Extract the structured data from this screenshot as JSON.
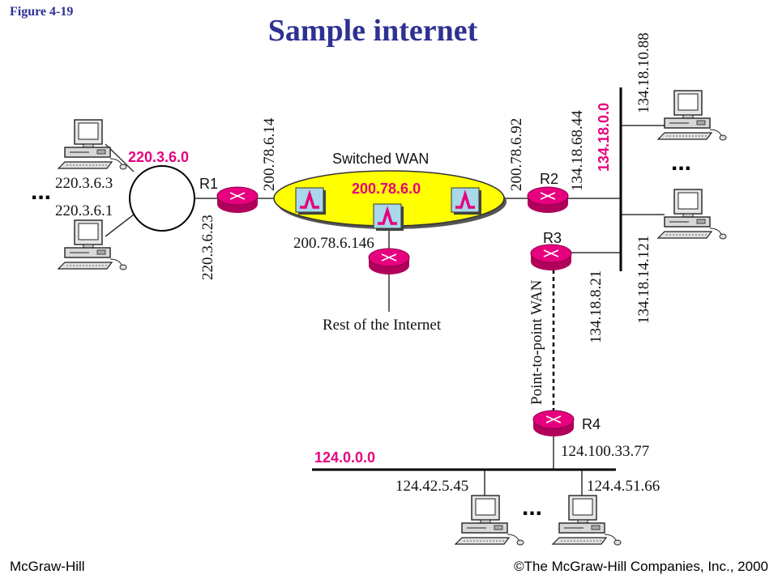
{
  "header": {
    "figure_label": "Figure  4-19",
    "title": "Sample internet"
  },
  "footer": {
    "left": "McGraw-Hill",
    "right": "©The McGraw-Hill Companies, Inc., 2000"
  },
  "colors": {
    "title": "#2e3192",
    "network_label": "#e6007e",
    "router": "#e6007e",
    "wan_fill": "#ffff00",
    "switch_fill": "#a8d8ea"
  },
  "networks": {
    "net_220": "220.3.6.0",
    "net_200": "200.78.6.0",
    "net_134": "134.18.0.0",
    "net_124": "124.0.0.0"
  },
  "wan": {
    "switched": "Switched WAN",
    "ptp": "Point-to-point WAN"
  },
  "routers": {
    "r1": "R1",
    "r2": "R2",
    "r3": "R3",
    "r4": "R4"
  },
  "addresses": {
    "h220_3": "220.3.6.3",
    "h220_1": "220.3.6.1",
    "r1_lan": "220.3.6.23",
    "r1_wan": "200.78.6.14",
    "r2_wan": "200.78.6.92",
    "r2_lan": "134.18.68.44",
    "rest_router": "200.78.6.146",
    "h134_top": "134.18.10.88",
    "h134_bottom": "134.18.14.121",
    "r3_lan": "134.18.8.21",
    "r4_lan": "124.100.33.77",
    "h124_left": "124.42.5.45",
    "h124_right": "124.4.51.66"
  },
  "rest_label": "Rest of the Internet",
  "ellipsis": "..."
}
